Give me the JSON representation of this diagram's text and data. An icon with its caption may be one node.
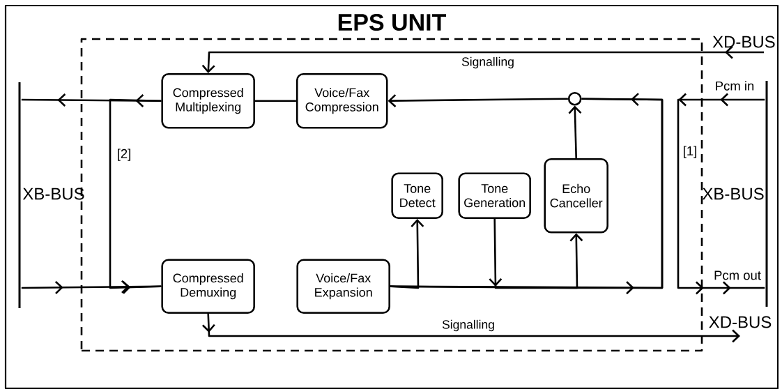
{
  "diagram": {
    "nodes": [
      {
        "text": [
          "EPS UNIT"
        ]
      },
      {
        "text": [
          "Compressed Multiplexing"
        ],
        "in": 0
      },
      {
        "text": [
          "Voice/Fax Compression"
        ],
        "in": 0
      },
      {
        "text": [
          "Compressed Demuxing"
        ],
        "in": 0
      },
      {
        "text": [
          "Voice/Fax Expansion"
        ],
        "in": 0
      },
      {
        "text": [
          "Tone Detect"
        ],
        "in": 0
      },
      {
        "text": [
          "Tone Generation"
        ],
        "in": 0
      },
      {
        "text": [
          "Echo Canceller"
        ],
        "in": 0
      },
      {
        "text": [],
        "shape": "circle",
        "in": 0
      },
      {
        "text": [
          "XB-BUS"
        ]
      },
      {
        "text": [
          "XB-BUS"
        ]
      },
      {
        "text": [
          "XD-BUS"
        ]
      },
      {
        "text": [
          "XD-BUS"
        ]
      }
    ],
    "edges": [
      {
        "from": 11,
        "to": 1,
        "arrow": "to",
        "label": "Signalling"
      },
      {
        "from": 8,
        "to": 2,
        "arrow": "to"
      },
      {
        "from": 2,
        "to": 1,
        "arrow": "none"
      },
      {
        "from": 1,
        "to": 9,
        "arrow": "to"
      },
      {
        "from": 1,
        "to": 3,
        "arrow": "to"
      },
      {
        "from": 9,
        "to": 3,
        "arrow": "to"
      },
      {
        "from": 4,
        "to": 5,
        "arrow": "to"
      },
      {
        "from": 6,
        "to": 8,
        "arrow": "to"
      },
      {
        "from": 4,
        "to": 7,
        "arrow": "to"
      },
      {
        "from": 4,
        "to": 8,
        "arrow": "to"
      },
      {
        "from": 7,
        "to": 8,
        "arrow": "to"
      },
      {
        "from": 10,
        "to": 10,
        "arrow": "to"
      },
      {
        "from": 3,
        "to": 12,
        "arrow": "to",
        "label": "Signalling"
      }
    ],
    "labels": [
      "Pcm in",
      "[2]",
      "[1]",
      "Pcm out"
    ]
  }
}
